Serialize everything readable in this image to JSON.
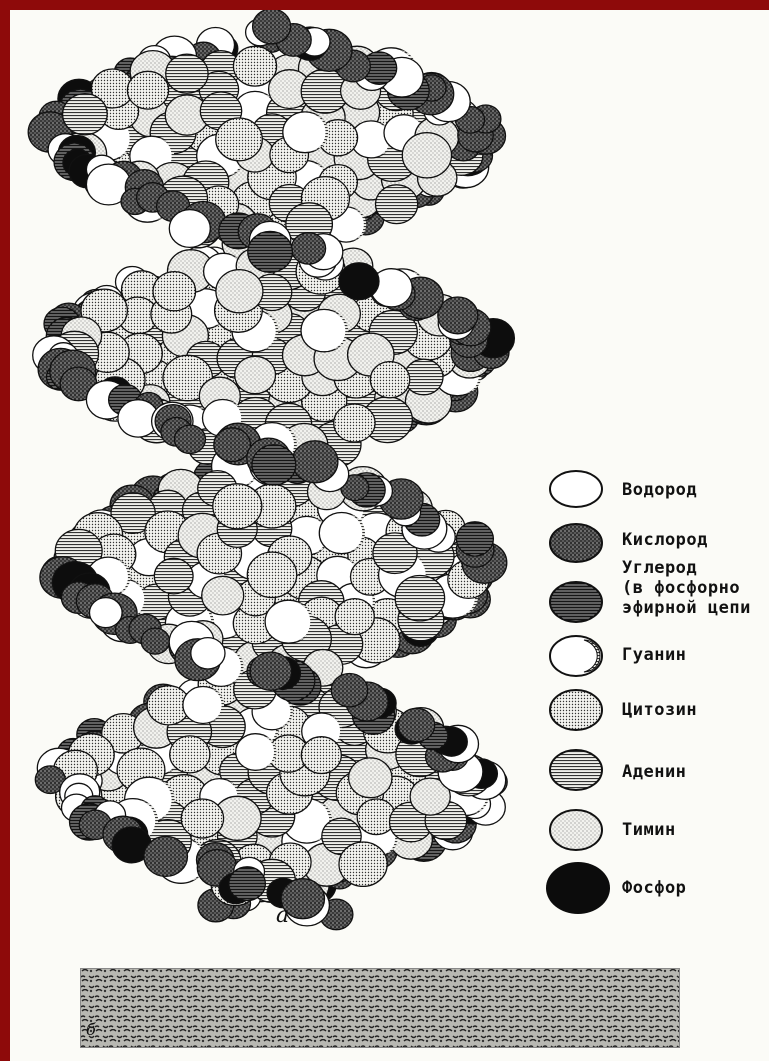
{
  "figure": {
    "caption_a": "а",
    "caption_b": "б"
  },
  "legend": [
    {
      "key": "hydrogen",
      "label": "Водород",
      "pattern": "white"
    },
    {
      "key": "oxygen",
      "label": "Кислород",
      "pattern": "dark-dotted"
    },
    {
      "key": "carbon",
      "label": "Углерод\n(в фосфорно\nэфирной цепи",
      "pattern": "black-striped"
    },
    {
      "key": "guanine",
      "label": "Гуанин",
      "pattern": "white-crescent"
    },
    {
      "key": "cytosine",
      "label": "Цитозин",
      "pattern": "dotted"
    },
    {
      "key": "adenine",
      "label": "Аденин",
      "pattern": "striped"
    },
    {
      "key": "thymine",
      "label": "Тимин",
      "pattern": "light-dotted"
    },
    {
      "key": "phosphorus",
      "label": "Фосфор",
      "pattern": "black"
    }
  ],
  "colors": {
    "frame": "#8e0a0a",
    "paper": "#fbfbf7",
    "ink": "#111111"
  }
}
